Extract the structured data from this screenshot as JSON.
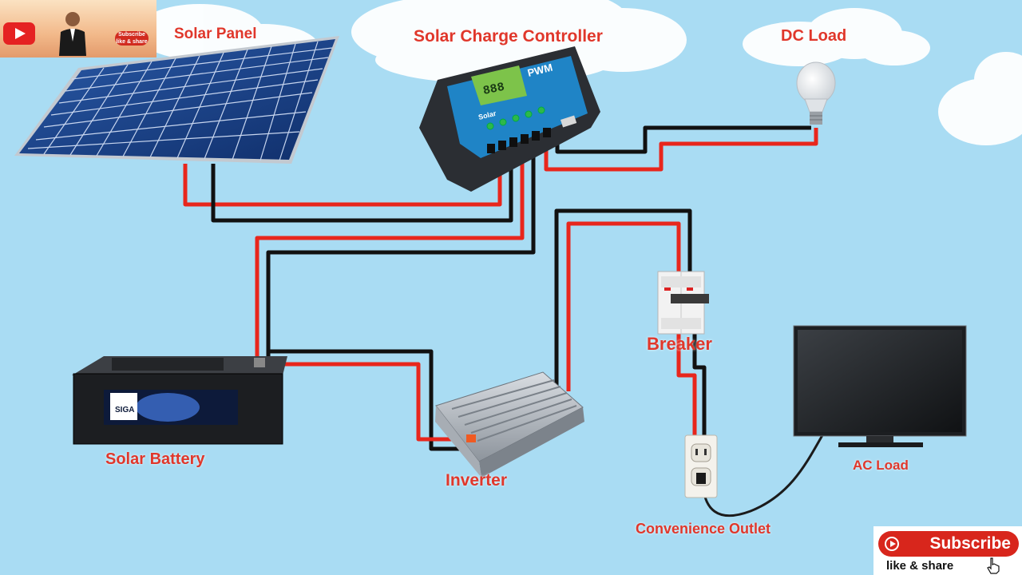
{
  "diagram": {
    "labels": {
      "solar_panel": "Solar Panel",
      "charge_controller": "Solar Charge Controller",
      "dc_load": "DC Load",
      "breaker": "Breaker",
      "ac_load": "AC Load",
      "battery": "Solar Battery",
      "inverter": "Inverter",
      "outlet": "Convenience Outlet"
    },
    "controller_text": {
      "display": "888",
      "brand": "PWM",
      "model": "Solar"
    },
    "battery_text": {
      "brand": "SIGA"
    },
    "colors": {
      "background": "#a9dcf3",
      "positive_wire": "#e8261c",
      "negative_wire": "#111111",
      "label": "#e0372b"
    }
  },
  "channel": {
    "subscribe_small": "Subscribe",
    "subscribe_small_sub": "like & share"
  },
  "subscribe": {
    "label": "Subscribe",
    "share": "like & share"
  }
}
